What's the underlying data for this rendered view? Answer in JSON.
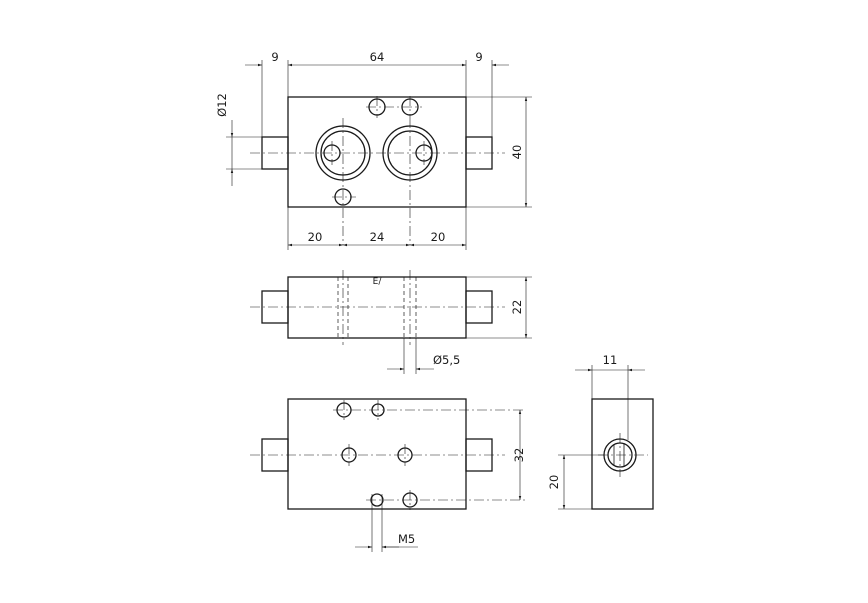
{
  "dimensions": {
    "top_overall_left": "9",
    "top_overall_width": "64",
    "top_overall_right": "9",
    "spigot_diameter": "Ø12",
    "top_height": "40",
    "bottom_left": "20",
    "bottom_middle": "24",
    "bottom_right": "20",
    "mid_height": "22",
    "hole_diameter": "Ø5,5",
    "lower_height": "32",
    "thread": "M5",
    "side_width": "11",
    "side_height": "20"
  },
  "marks": {
    "port_label": "E/"
  }
}
